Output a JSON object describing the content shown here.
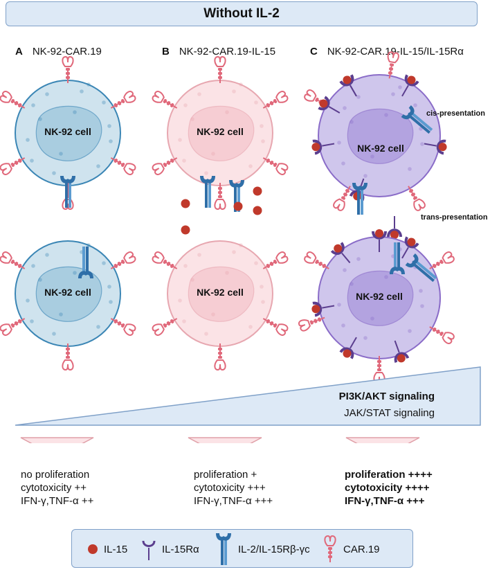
{
  "title": "Without IL-2",
  "panels": [
    {
      "letter": "A",
      "label": "NK-92-CAR.19"
    },
    {
      "letter": "B",
      "label": "NK-92-CAR.19-IL-15"
    },
    {
      "letter": "C",
      "label": "NK-92-CAR.19-IL-15/IL-15Rα"
    }
  ],
  "cell_label": "NK-92 cell",
  "annotations": {
    "cis": "cis-presentation",
    "trans": "trans-presentation"
  },
  "signaling": {
    "primary": "PI3K/AKT signaling",
    "secondary": "JAK/STAT signaling"
  },
  "outcomes": [
    {
      "lines": [
        "no proliferation",
        "cytotoxicity ++",
        "IFN-γ,TNF-α ++"
      ]
    },
    {
      "lines": [
        "proliferation +",
        "cytotoxicity +++",
        "IFN-γ,TNF-α +++"
      ]
    },
    {
      "lines": [
        "proliferation ++++",
        "cytotoxicity ++++",
        "IFN-γ,TNF-α +++"
      ]
    }
  ],
  "legend": [
    {
      "icon": "il15-icon",
      "label": "IL-15"
    },
    {
      "icon": "il15ra-icon",
      "label": "IL-15Rα"
    },
    {
      "icon": "il2-receptor-icon",
      "label": "IL-2/IL-15Rβ-γc"
    },
    {
      "icon": "car19-icon",
      "label": "CAR.19"
    }
  ],
  "colors": {
    "cell_a": "#cfe3ee",
    "cell_b": "#fbe3e6",
    "cell_c": "#cfc6ec",
    "il15": "#c0392b",
    "car": "#e0687a",
    "receptor": "#2f6fa8",
    "il15ra": "#5b3e8e"
  }
}
